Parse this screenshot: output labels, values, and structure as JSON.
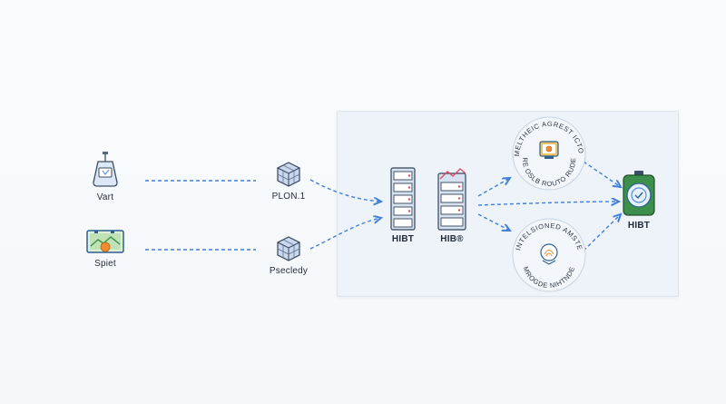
{
  "sources": [
    {
      "label": "Vart",
      "icon": "device-icon"
    },
    {
      "label": "Spiet",
      "icon": "monitor-icon"
    }
  ],
  "middle": [
    {
      "label": "PLON.1",
      "icon": "cube-icon"
    },
    {
      "label": "Psecledy",
      "icon": "cube-icon"
    }
  ],
  "servers": [
    {
      "label": "HIBT",
      "icon": "server-rack-icon"
    },
    {
      "label": "HIB®",
      "icon": "server-rack-chart-icon"
    }
  ],
  "badges": [
    {
      "text_top": "PMELTHEIC AGREST ICTOE.",
      "text_bottom": "RE OSLB ROUTO RUDE",
      "icon": "camera-seal-icon"
    },
    {
      "text_top": "INTELSIONED AMSTE",
      "text_bottom": "MROGDE NIHTNDE",
      "icon": "fingerprint-seal-icon"
    }
  ],
  "target": {
    "label": "HIBT",
    "icon": "secure-device-icon"
  },
  "colors": {
    "arrow": "#3f7fd8",
    "panel": "#edf3f9",
    "green": "#3d8f4c",
    "orange": "#f08b2e"
  }
}
